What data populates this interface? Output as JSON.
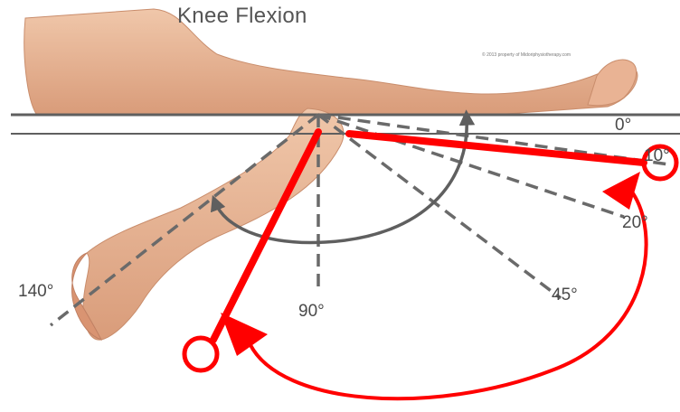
{
  "title": "Knee Flexion",
  "copyright": "© 2013 property of Midoriphysiotherapy.com",
  "angle_labels": {
    "deg0": "0°",
    "deg10": "10°",
    "deg20": "20°",
    "deg45": "45°",
    "deg90": "90°",
    "deg140": "140°"
  },
  "colors": {
    "skin": "#e8b99a",
    "skin_shadow": "#c98d6c",
    "reference_line": "#5f5f5f",
    "dashed_line": "#6a6a6a",
    "annotation": "#ff0000"
  }
}
